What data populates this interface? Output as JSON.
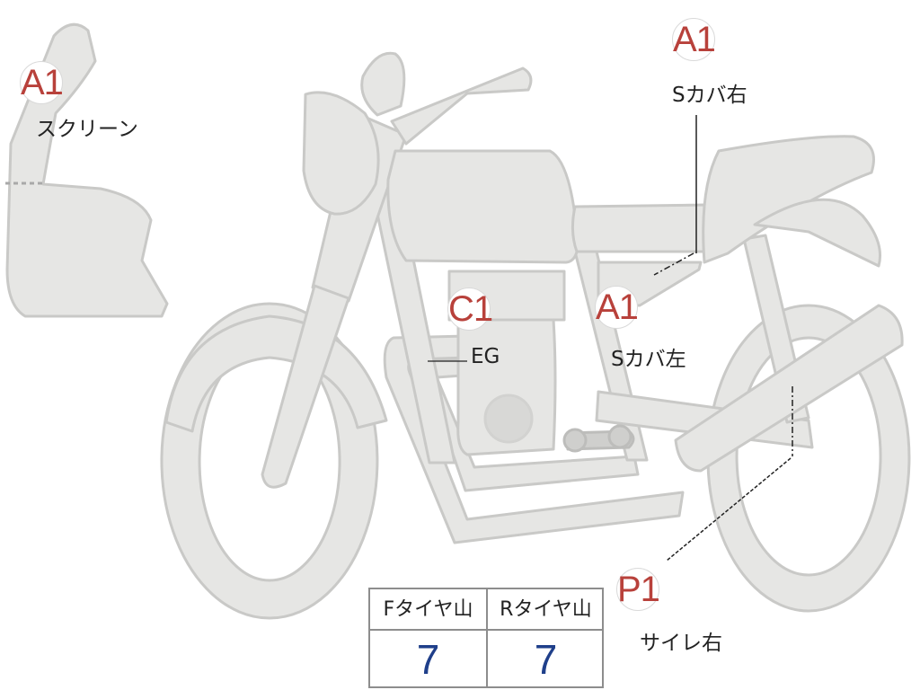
{
  "markers": [
    {
      "id": "screen",
      "grade": "A1",
      "label": "スクリーン"
    },
    {
      "id": "side-cover-right",
      "grade": "A1",
      "label": "Sカバ右"
    },
    {
      "id": "engine",
      "grade": "C1",
      "label": "EG"
    },
    {
      "id": "side-cover-left",
      "grade": "A1",
      "label": "Sカバ左"
    },
    {
      "id": "silencer-right",
      "grade": "P1",
      "label": "サイレ右"
    }
  ],
  "tire_table": {
    "headers": [
      "Fタイヤ山",
      "Rタイヤ山"
    ],
    "values": [
      "7",
      "7"
    ]
  },
  "colors": {
    "part_fill": "#e6e6e4",
    "part_stroke": "#c9c9c7",
    "grade_text": "#b8413b",
    "value_text": "#1f3f8a"
  }
}
